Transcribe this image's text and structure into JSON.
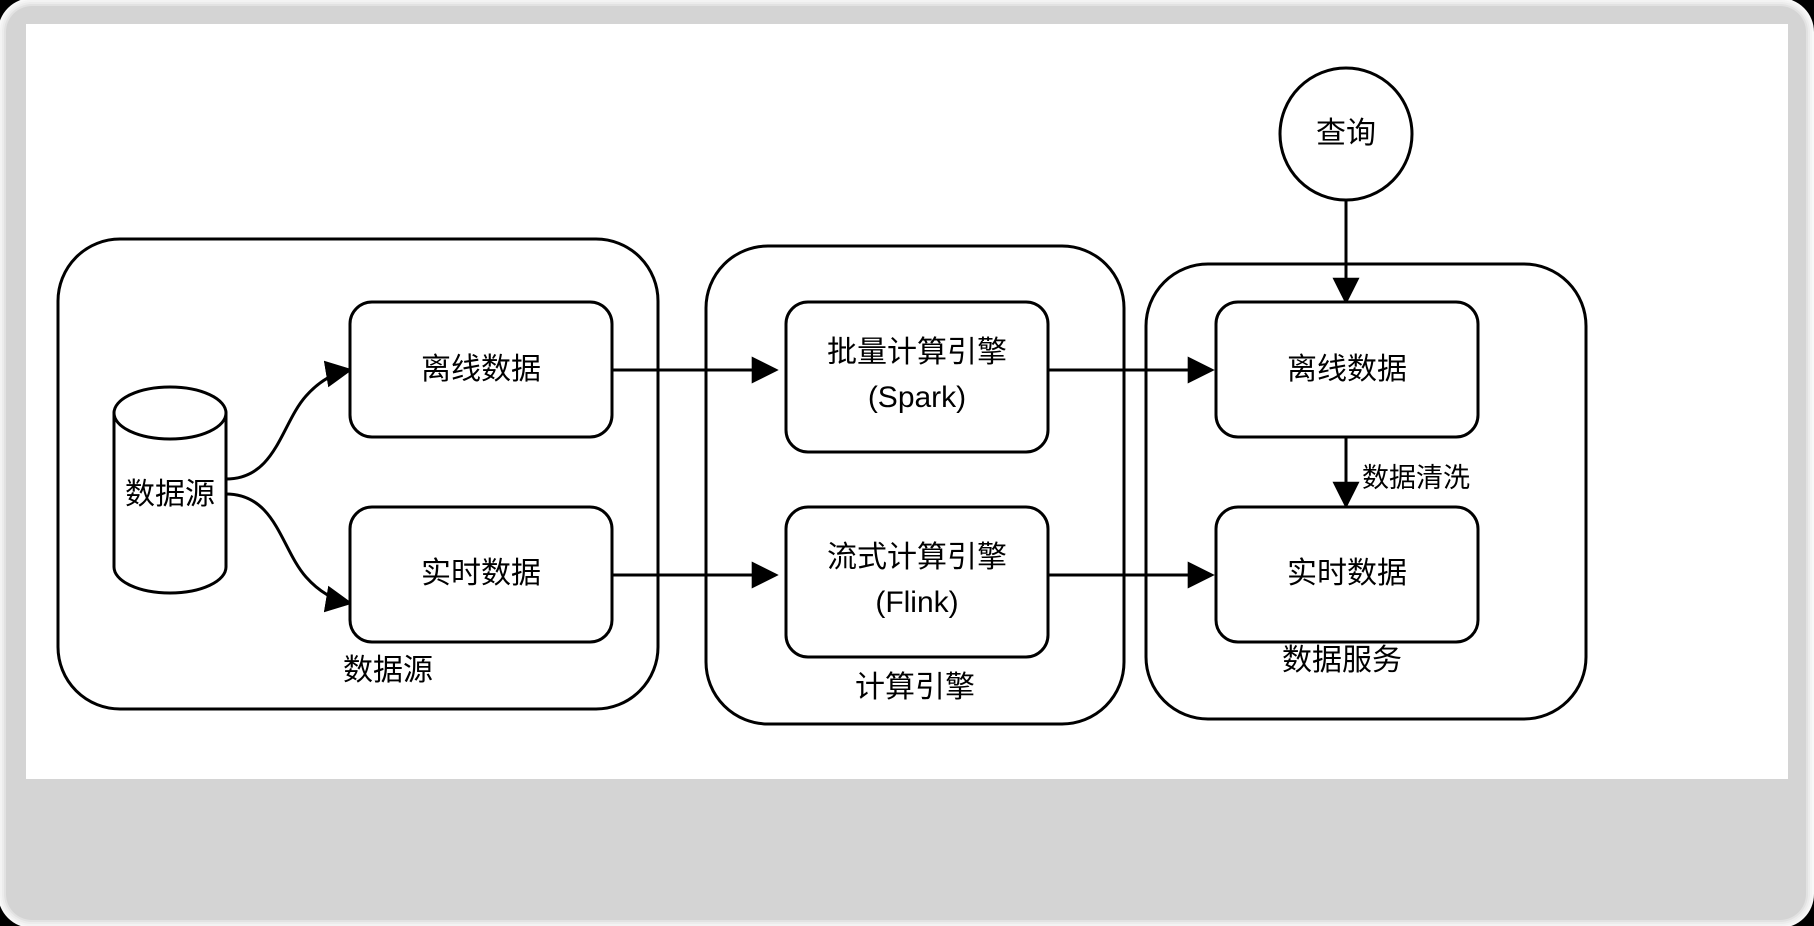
{
  "diagram": {
    "type": "flowchart",
    "title": "",
    "background_color": "#ffffff",
    "frame_color": "#d4d4d4",
    "stroke_color": "#000000",
    "containers": [
      {
        "id": "src",
        "label": "数据源"
      },
      {
        "id": "comp",
        "label": "计算引擎"
      },
      {
        "id": "svc",
        "label": "数据服务"
      }
    ],
    "nodes": [
      {
        "id": "db",
        "label": "数据源",
        "shape": "cylinder",
        "group": "src"
      },
      {
        "id": "offline1",
        "label": "离线数据",
        "shape": "rounded",
        "group": "src"
      },
      {
        "id": "realtime1",
        "label": "实时数据",
        "shape": "rounded",
        "group": "src"
      },
      {
        "id": "spark",
        "label": "批量计算引擎",
        "label2": "(Spark)",
        "shape": "rounded",
        "group": "comp"
      },
      {
        "id": "flink",
        "label": "流式计算引擎",
        "label2": "(Flink)",
        "shape": "rounded",
        "group": "comp"
      },
      {
        "id": "offline2",
        "label": "离线数据",
        "shape": "rounded",
        "group": "svc"
      },
      {
        "id": "realtime2",
        "label": "实时数据",
        "shape": "rounded",
        "group": "svc"
      },
      {
        "id": "query",
        "label": "查询",
        "shape": "circle",
        "group": null
      }
    ],
    "edges": [
      {
        "from": "db",
        "to": "offline1",
        "label": "",
        "style": "curved"
      },
      {
        "from": "db",
        "to": "realtime1",
        "label": "",
        "style": "curved"
      },
      {
        "from": "offline1",
        "to": "spark",
        "label": "",
        "style": "straight"
      },
      {
        "from": "realtime1",
        "to": "flink",
        "label": "",
        "style": "straight"
      },
      {
        "from": "spark",
        "to": "offline2",
        "label": "",
        "style": "straight"
      },
      {
        "from": "flink",
        "to": "realtime2",
        "label": "",
        "style": "straight"
      },
      {
        "from": "offline2",
        "to": "realtime2",
        "label": "数据清洗",
        "style": "straight"
      },
      {
        "from": "query",
        "to": "offline2",
        "label": "",
        "style": "straight"
      }
    ]
  }
}
